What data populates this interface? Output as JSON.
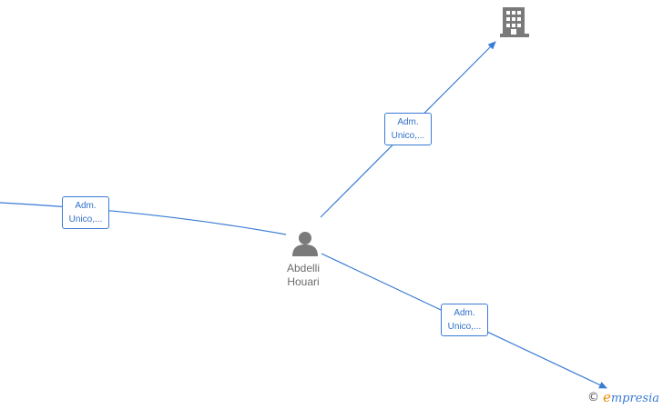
{
  "graph": {
    "center_node": {
      "name_line1": "Abdelli",
      "name_line2": "Houari",
      "icon": "person-icon"
    },
    "company_node": {
      "icon": "building-icon"
    },
    "edges": [
      {
        "id": "edge-left",
        "label_line1": "Adm.",
        "label_line2": "Unico,..."
      },
      {
        "id": "edge-top",
        "label_line1": "Adm.",
        "label_line2": "Unico,..."
      },
      {
        "id": "edge-bottom",
        "label_line1": "Adm.",
        "label_line2": "Unico,..."
      }
    ],
    "colors": {
      "edge": "#3a7bd5",
      "icon": "#7a7a7a",
      "label_text": "#2f6fc9"
    }
  },
  "watermark": {
    "copyright": "©",
    "brand_initial": "e",
    "brand_rest": "mpresia"
  }
}
